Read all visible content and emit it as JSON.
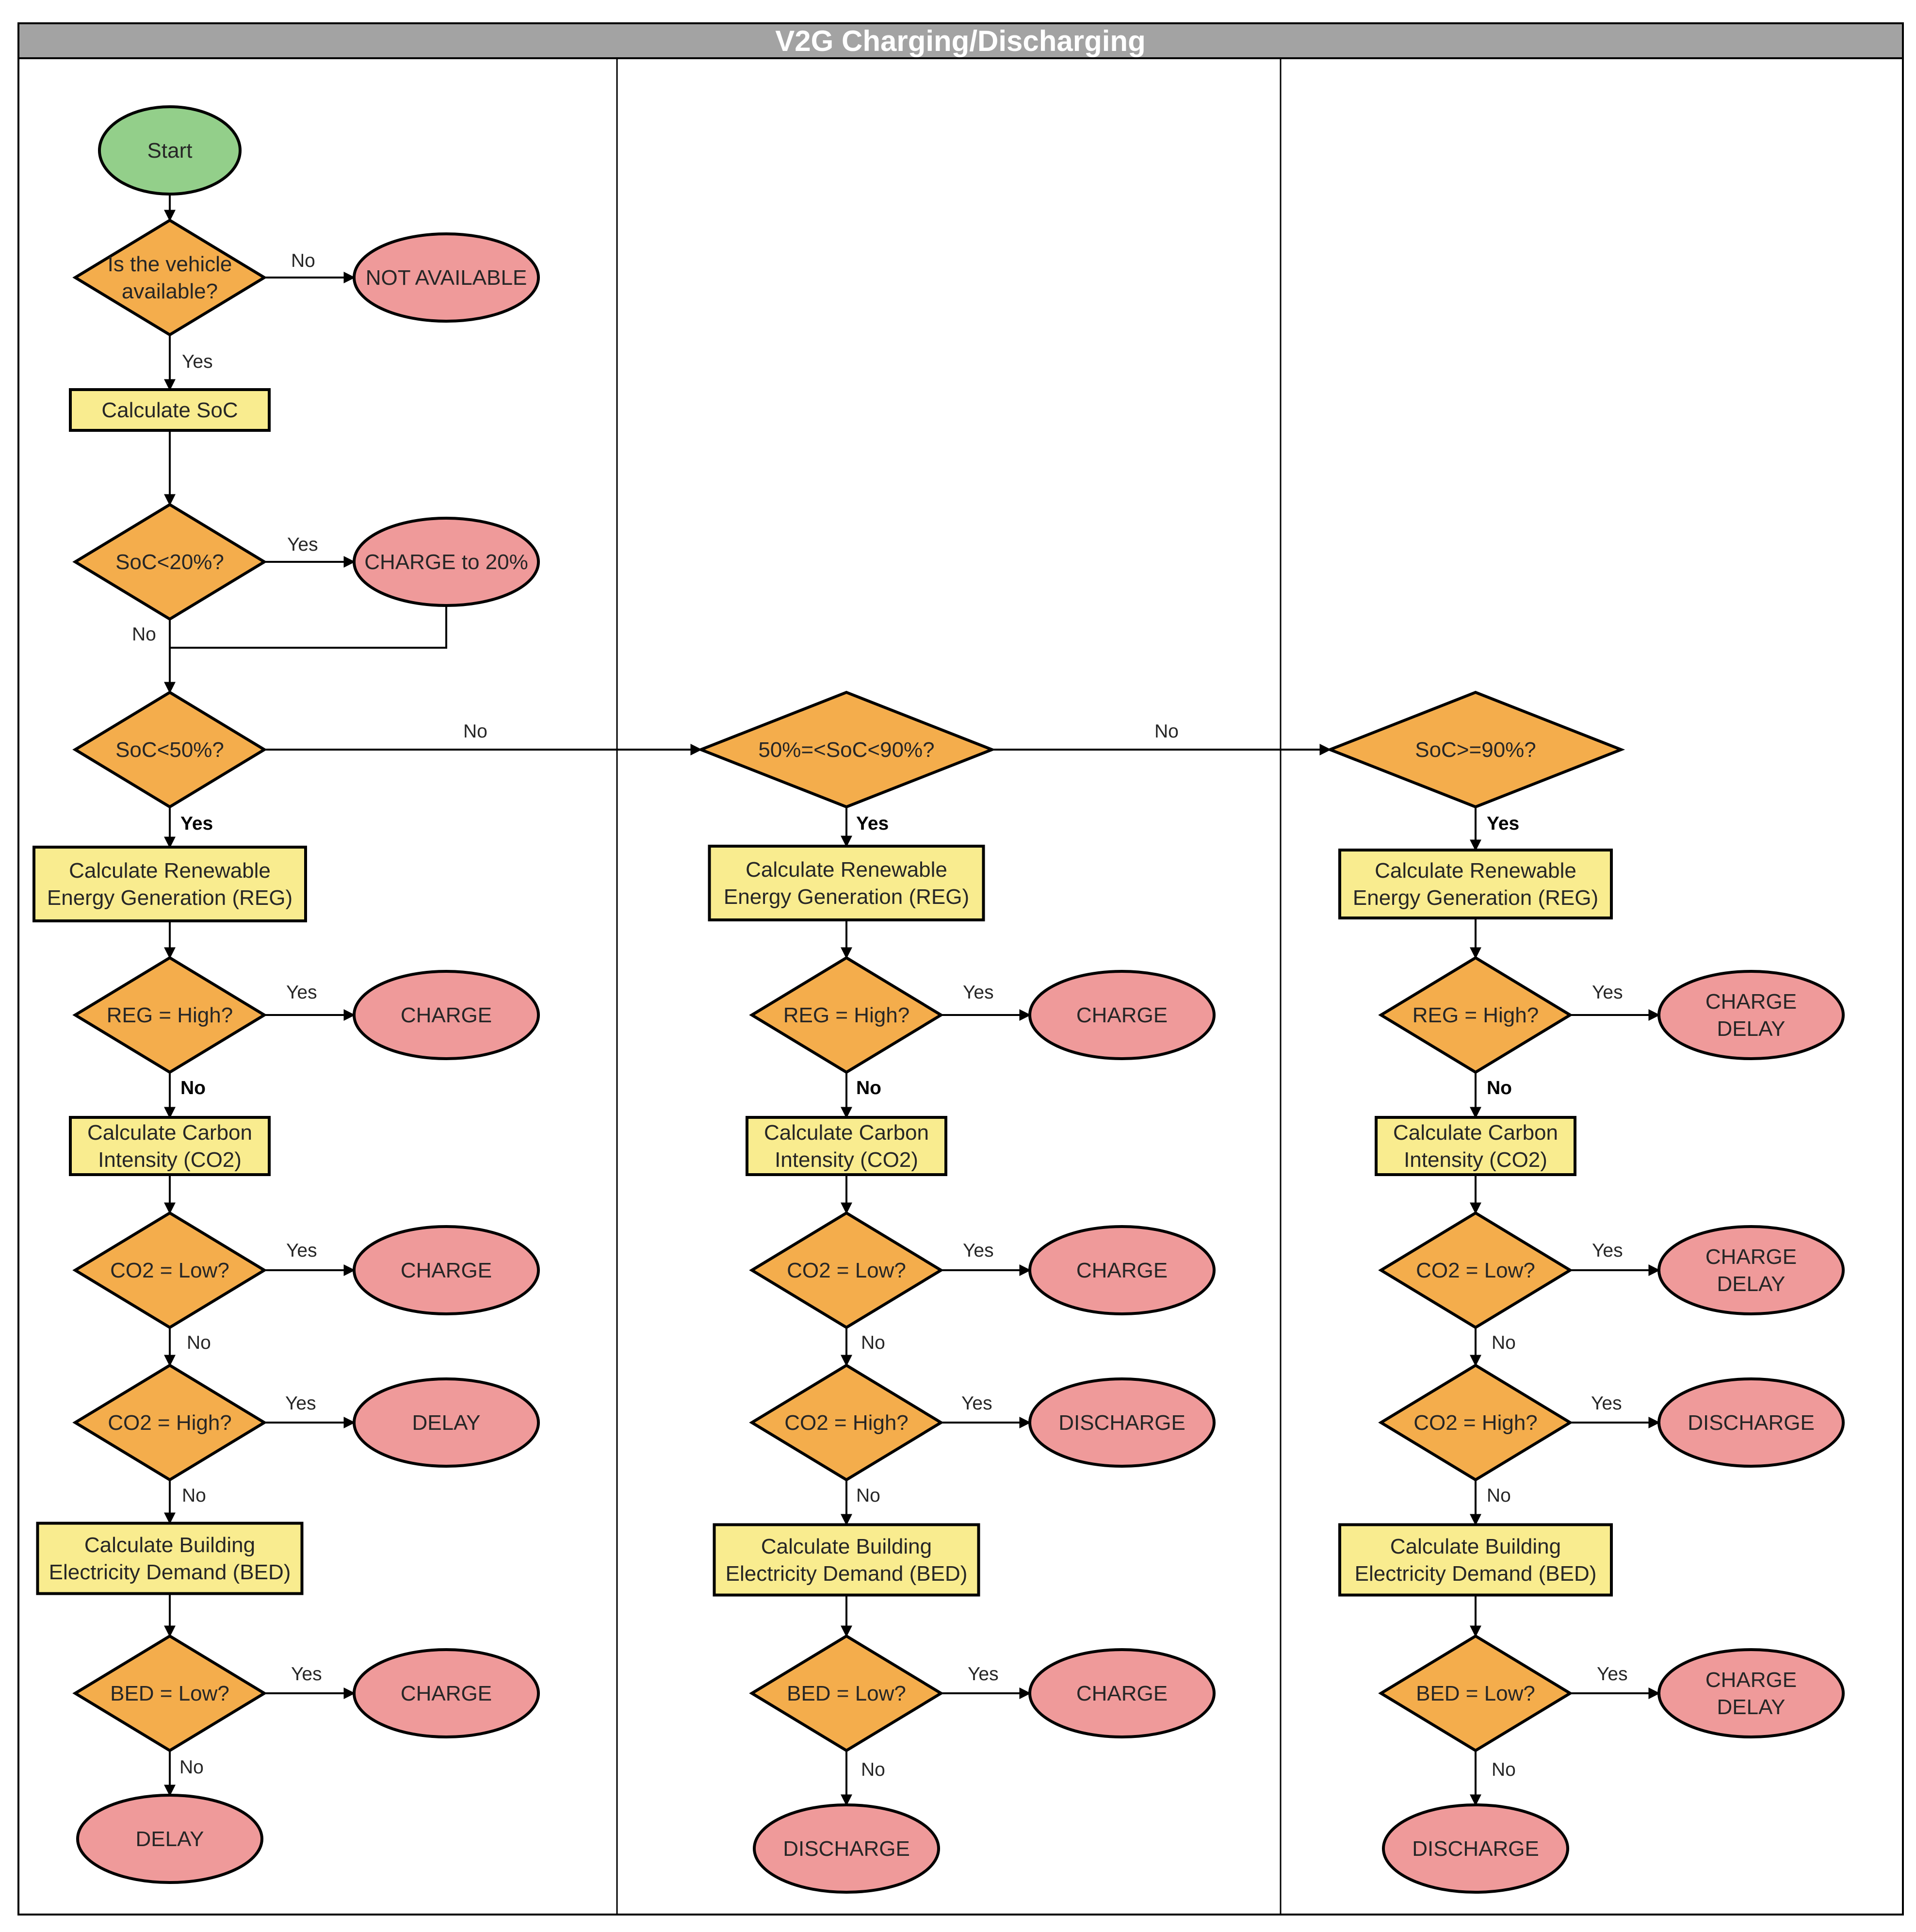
{
  "title": "V2G Charging/Discharging",
  "colors": {
    "title_bar": "#a3a3a3",
    "start": "#93cf8a",
    "decision": "#f4ad4c",
    "process": "#f9ec8f",
    "terminal": "#ef9a9a",
    "stroke": "#000000"
  },
  "nodes": {
    "start": "Start",
    "avail_q": [
      "Is the vehicle",
      "available?"
    ],
    "not_available": "NOT AVAILABLE",
    "calc_soc": "Calculate SoC",
    "soc20_q": "SoC<20%?",
    "charge20": "CHARGE to 20%",
    "soc50_q": "SoC<50%?",
    "soc50_90_q": "50%=<SoC<90%?",
    "soc90_q": "SoC>=90%?",
    "calc_reg": [
      "Calculate Renewable",
      "Energy Generation (REG)"
    ],
    "reg_high_q": "REG = High?",
    "calc_co2": [
      "Calculate Carbon",
      "Intensity (CO2)"
    ],
    "co2_low_q": "CO2 = Low?",
    "co2_high_q": "CO2 = High?",
    "calc_bed": [
      "Calculate Building",
      "Electricity Demand (BED)"
    ],
    "bed_low_q": "BED = Low?",
    "charge": "CHARGE",
    "delay": "DELAY",
    "discharge": "DISCHARGE",
    "charge_delay": [
      "CHARGE",
      "DELAY"
    ]
  },
  "edge_labels": {
    "yes": "Yes",
    "no": "No"
  }
}
